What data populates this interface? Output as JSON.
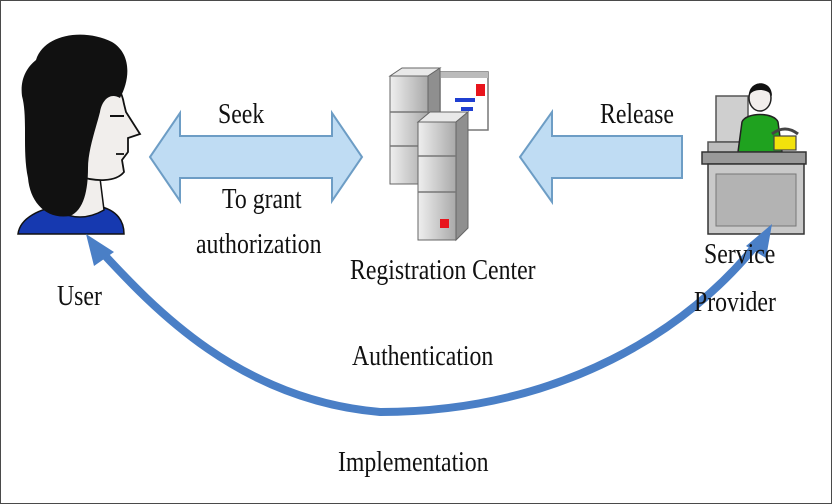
{
  "labels": {
    "user": "User",
    "seek": "Seek",
    "to_grant": "To grant",
    "authorization": "authorization",
    "registration_center": "Registration Center",
    "release": "Release",
    "service": "Service",
    "provider": "Provider",
    "authentication": "Authentication",
    "implementation": "Implementation"
  },
  "icons": {
    "user": "user-head-icon",
    "registration_center": "server-towers-icon",
    "service_provider": "person-at-desk-icon"
  },
  "colors": {
    "block_arrow_fill": "#bfdcf3",
    "block_arrow_stroke": "#6d9dc5",
    "curved_arrow": "#4a7fc6",
    "server_gray": "#c9c9c9",
    "accent_red": "#e8141c",
    "accent_blue": "#1f3fd1",
    "shirt_blue": "#1639b0",
    "provider_green": "#1fa21f",
    "phone_yellow": "#f2e20c"
  }
}
